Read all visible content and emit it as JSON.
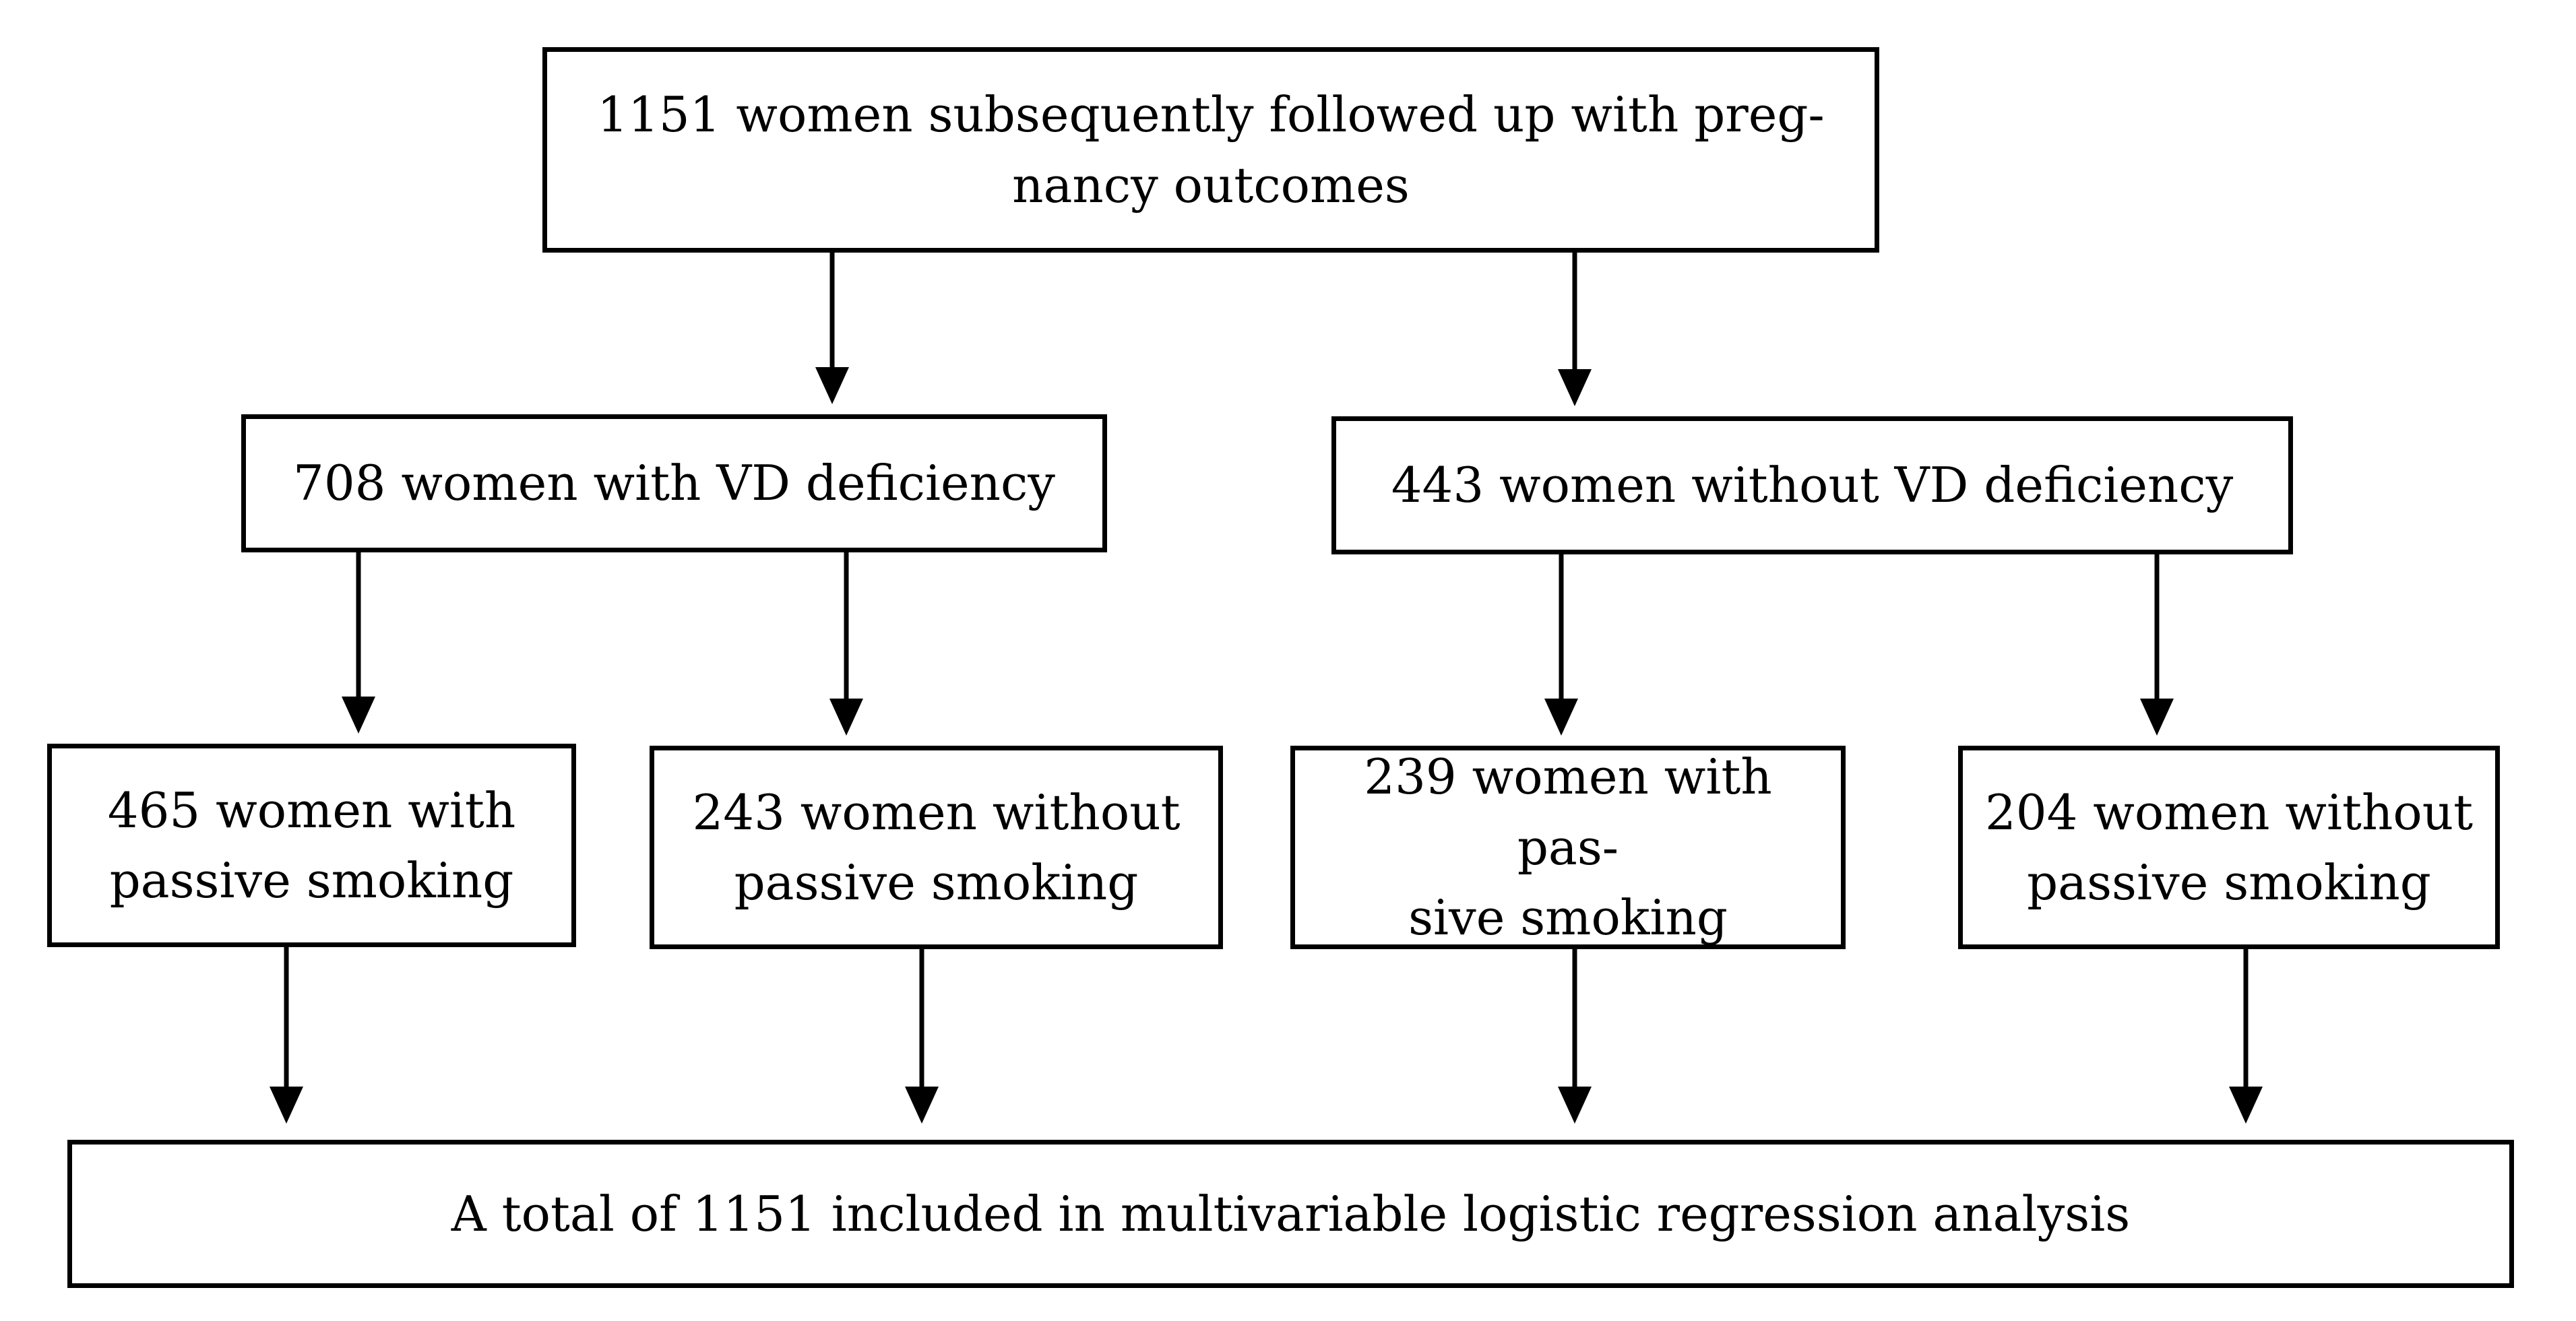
{
  "flowchart": {
    "top_box": {
      "line1": "1151 women subsequently followed up with preg-",
      "line2": "nancy outcomes"
    },
    "vd_deficiency_box": {
      "line1": "708 women with VD deficiency"
    },
    "no_vd_deficiency_box": {
      "line1": "443 women without VD deficiency"
    },
    "vd_def_passive_box": {
      "line1": "465 women with",
      "line2": "passive smoking"
    },
    "vd_def_no_passive_box": {
      "line1": "243 women without",
      "line2": "passive smoking"
    },
    "no_vd_def_passive_box": {
      "line1": "239 women with pas-",
      "line2": "sive smoking"
    },
    "no_vd_def_no_passive_box": {
      "line1": "204 women without",
      "line2": "passive smoking"
    },
    "total_box": {
      "line1": "A total of 1151 included in multivariable logistic regression analysis"
    }
  },
  "colors": {
    "stroke": "#000000",
    "background": "#ffffff"
  }
}
